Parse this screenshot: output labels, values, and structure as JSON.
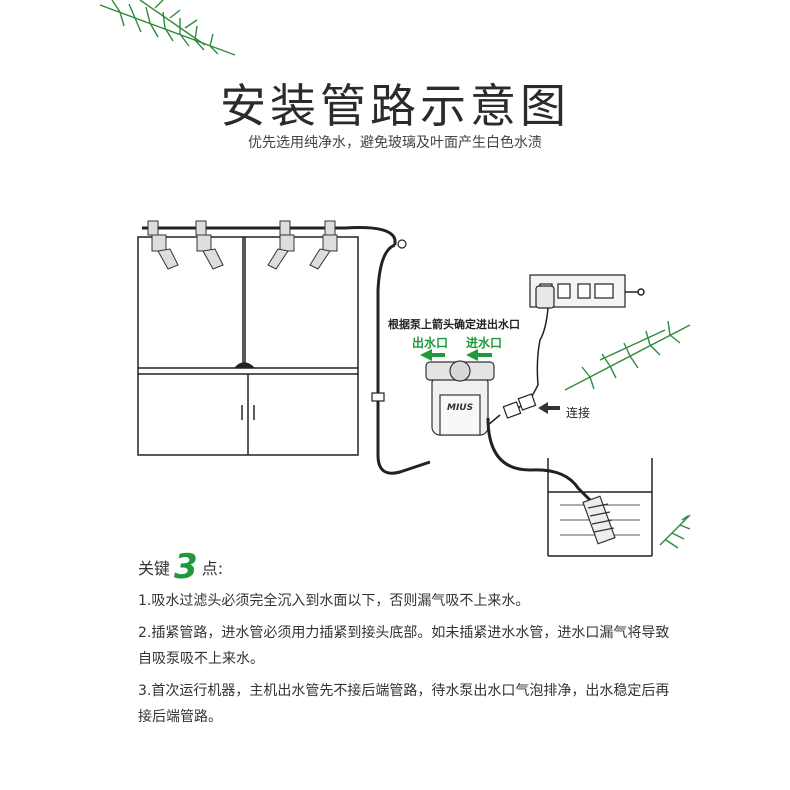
{
  "title": "安装管路示意图",
  "subtitle": "优先选用纯净水，避免玻璃及叶面产生白色水渍",
  "labels": {
    "pump_note": "根据泵上箭头确定进出水口",
    "outlet": "出水口",
    "inlet": "进水口",
    "connect": "连接",
    "pump_brand": "MIUS"
  },
  "key_points": {
    "prefix": "关键",
    "number": "3",
    "suffix": "点:",
    "items": [
      "1.吸水过滤头必须完全沉入到水面以下，否则漏气吸不上来水。",
      "2.插紧管路，进水管必须用力插紧到接头底部。如未插紧进水水管，进水口漏气将导致自吸泵吸不上来水。",
      "3.首次运行机器，主机出水管先不接后端管路，待水泵出水口气泡排净，出水稳定后再接后端管路。"
    ]
  },
  "colors": {
    "accent_green": "#1e9a3a",
    "line": "#222222",
    "leaf": "#2e8b3d"
  }
}
